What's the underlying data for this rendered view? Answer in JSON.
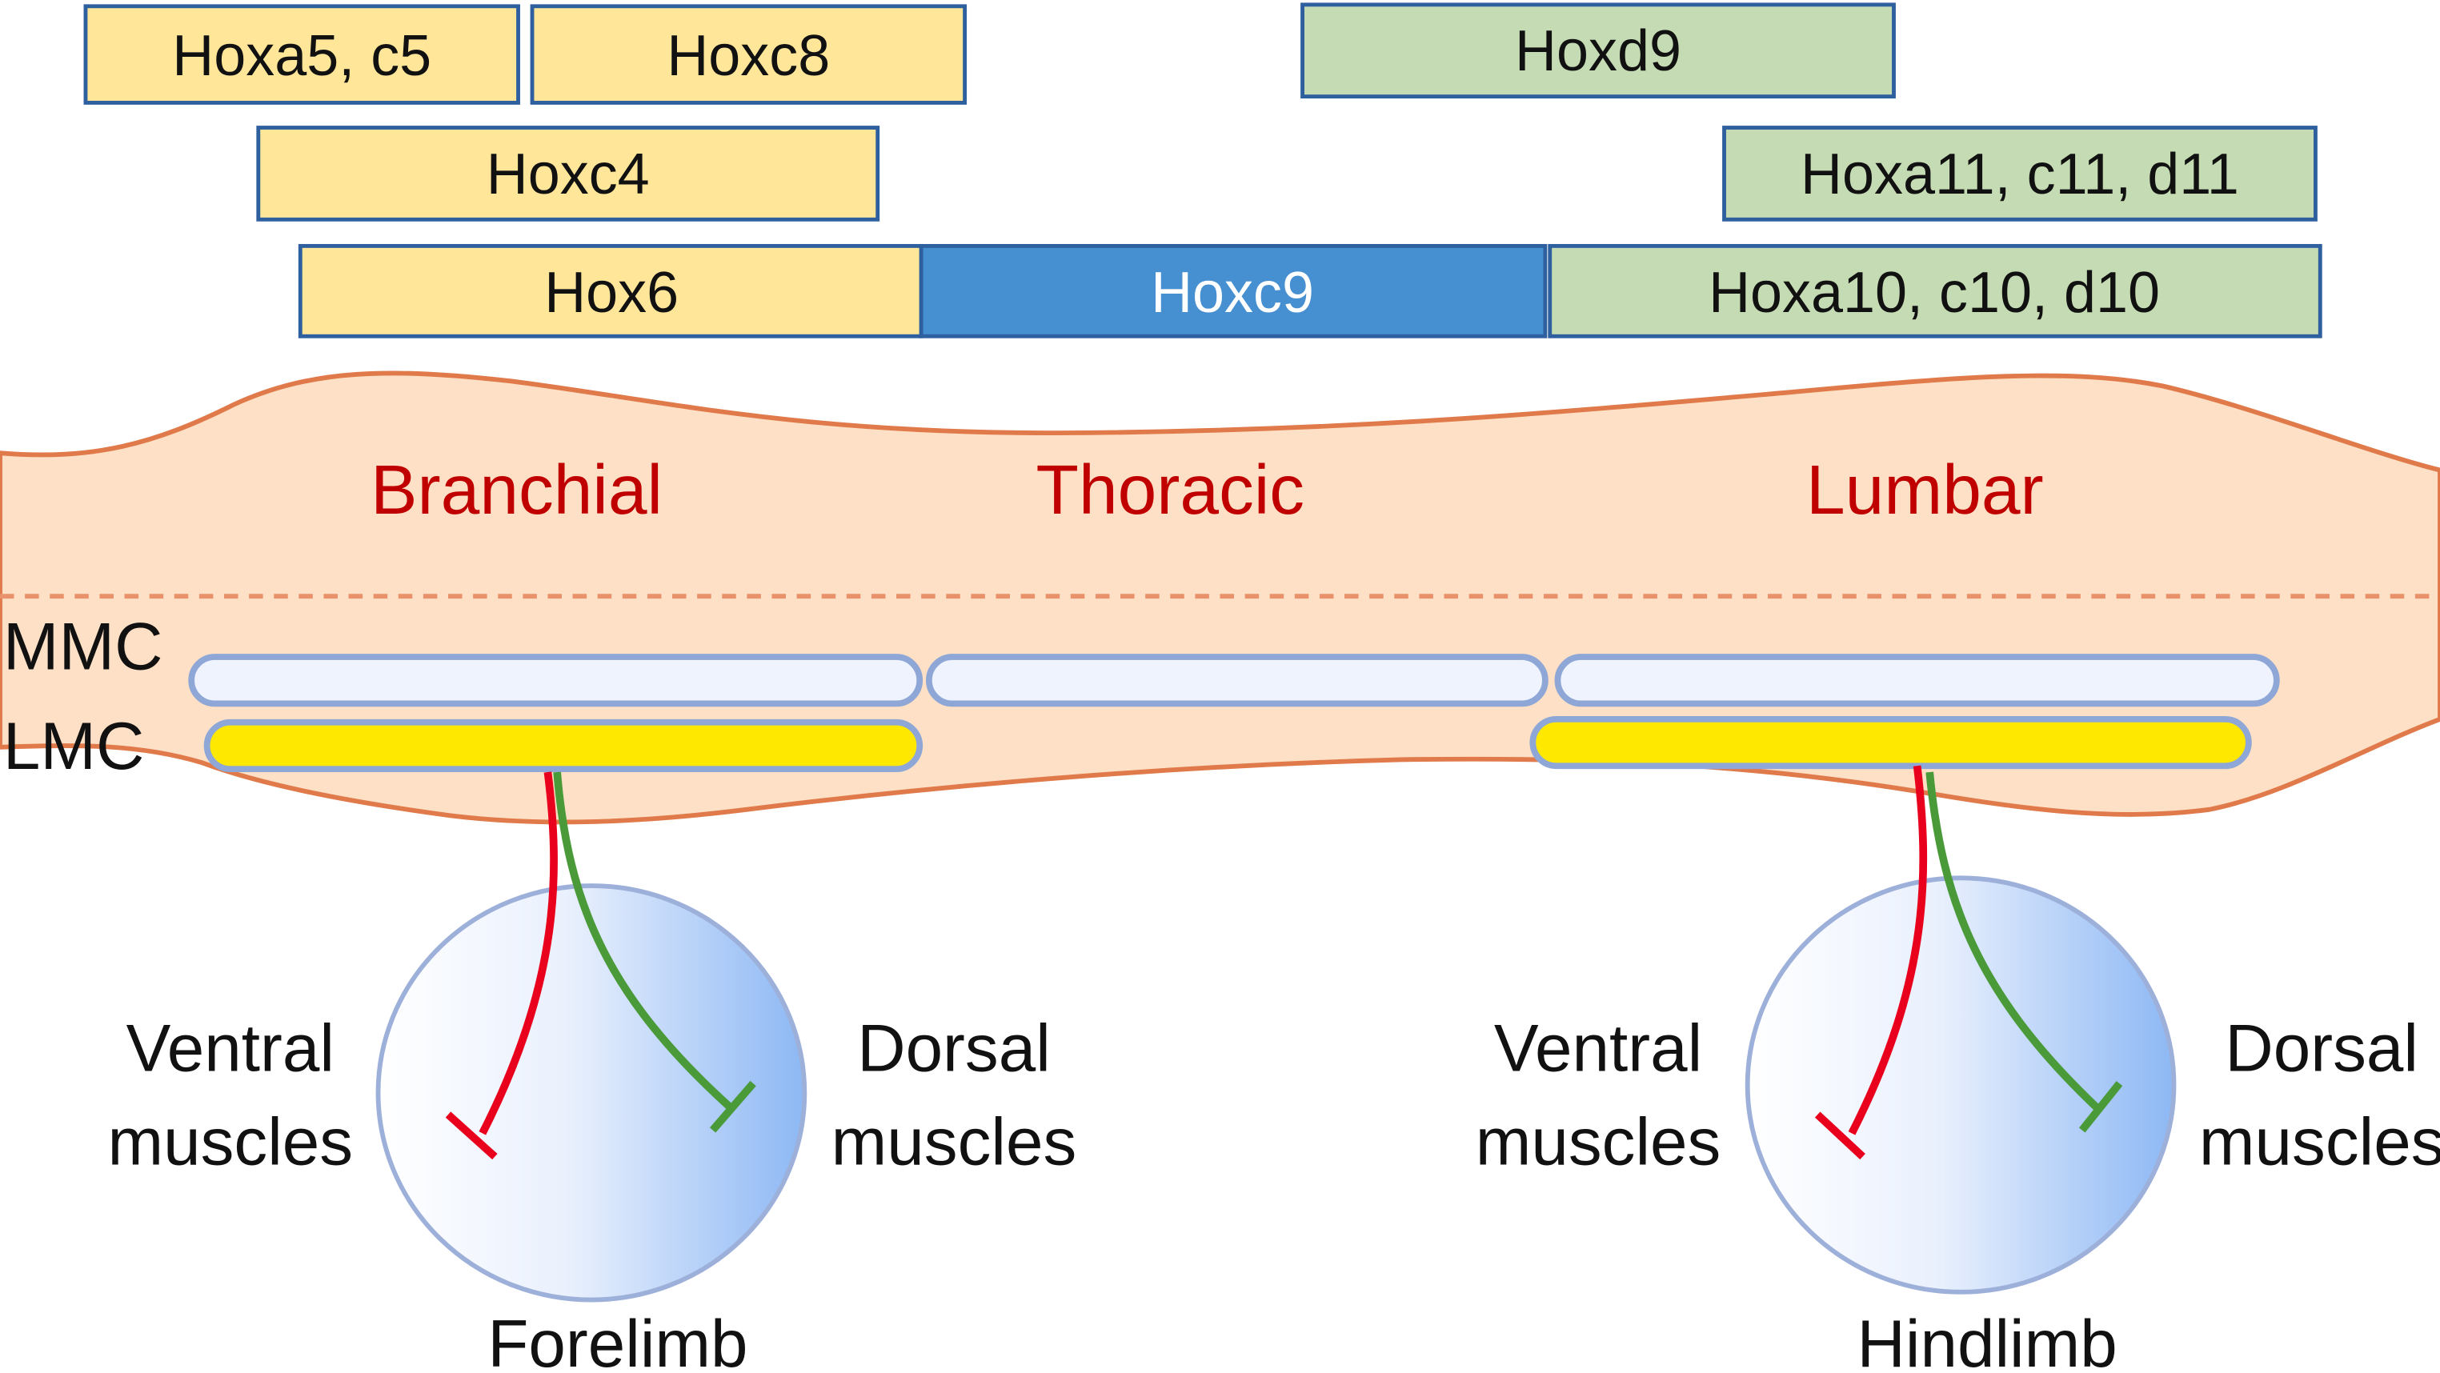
{
  "hox_boxes": {
    "hoxa5_c5": {
      "label": "Hoxa5, c5",
      "fill": "#ffe699"
    },
    "hoxc8": {
      "label": "Hoxc8",
      "fill": "#ffe699"
    },
    "hoxd9": {
      "label": "Hoxd9",
      "fill": "#c5dbb3"
    },
    "hoxc4": {
      "label": "Hoxc4",
      "fill": "#ffe699"
    },
    "hoxa11": {
      "label": "Hoxa11, c11, d11",
      "fill": "#c5dbb3"
    },
    "hox6": {
      "label": "Hox6",
      "fill": "#ffe699"
    },
    "hoxc9": {
      "label": "Hoxc9",
      "fill": "#4690d2"
    },
    "hoxa10": {
      "label": "Hoxa10, c10, d10",
      "fill": "#c5dbb3"
    }
  },
  "regions": {
    "branchial": "Branchial",
    "thoracic": "Thoracic",
    "lumbar": "Lumbar"
  },
  "columns": {
    "mmc": "MMC",
    "lmc": "LMC"
  },
  "forelimb": {
    "label": "Forelimb",
    "ventral": [
      "Ventral",
      "muscles"
    ],
    "dorsal": [
      "Dorsal",
      "muscles"
    ]
  },
  "hindlimb": {
    "label": "Hindlimb",
    "ventral": [
      "Ventral",
      "muscles"
    ],
    "dorsal": [
      "Dorsal",
      "muscles"
    ]
  },
  "colors": {
    "box_border": "#2e5f9e",
    "spinal_fill": "#fde0c5",
    "spinal_border": "#e07a4a",
    "region_text": "#c00000",
    "mmc_fill": "#eff3fd",
    "column_border": "#8ea7d6",
    "lmc_fill": "#ffe800",
    "ventral_axon": "#e8001c",
    "dorsal_axon": "#4a9a3a",
    "limb_border": "#9db0da"
  }
}
